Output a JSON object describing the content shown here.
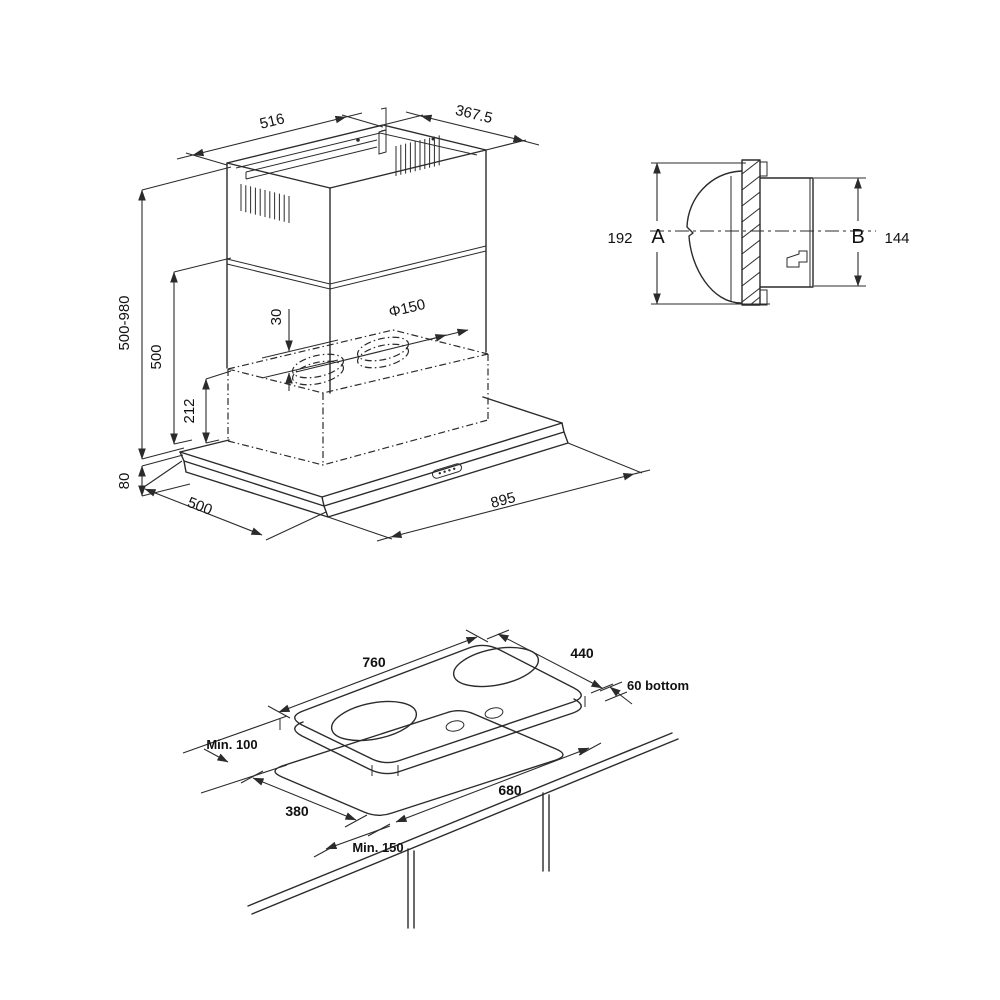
{
  "diagram": {
    "hood": {
      "top_width": "516",
      "top_depth": "367.5",
      "height_range": "500-980",
      "chimney_height": "500",
      "body_height": "212",
      "collar_height": "30",
      "outlet_diameter": "Φ150",
      "base_height": "80",
      "base_depth": "500",
      "base_width": "895"
    },
    "outlet": {
      "a_value": "192",
      "a_label": "A",
      "b_label": "B",
      "b_value": "144"
    },
    "hob": {
      "width": "760",
      "depth": "440",
      "bottom_note": "60 bottom",
      "front_clearance": "Min. 100",
      "cutout_length": "680",
      "cutout_depth": "380",
      "side_clearance": "Min. 150"
    }
  },
  "colors": {
    "line": "#2b2b2b",
    "text": "#111111",
    "background": "#ffffff"
  }
}
